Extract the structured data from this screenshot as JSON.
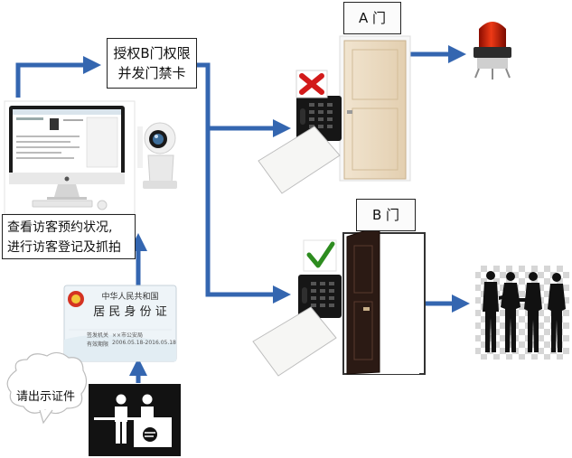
{
  "labels": {
    "authorize": "授权B门权限",
    "issue_card": "并发门禁卡",
    "door_a": "A 门",
    "door_b": "B 门",
    "check_line1": "查看访客预约状况,",
    "check_line2": "进行访客登记及抓拍",
    "show_id": "请出示证件"
  },
  "id_card": {
    "header": "中华人民共和国",
    "title": "居 民 身 份 证",
    "row1_label": "签发机关",
    "row1_value": "××市公安局",
    "row2_label": "有效期限",
    "row2_value": "2006.05.18-2016.05.18"
  },
  "colors": {
    "arrow": "#3466b0",
    "arrow_stroke": "#1e3f7a",
    "door_panel": "#ecdcc4",
    "door_frame": "#ffffff",
    "cross": "#d21a1a",
    "check": "#2d8c1f",
    "alarm": "#cc1a0a"
  },
  "icons": {
    "monitor": "desktop-computer-icon",
    "camera": "webcam-icon",
    "id_card": "id-card-icon",
    "reception": "reception-desk-icon",
    "speech": "speech-cloud-icon",
    "alarm": "warning-light-icon",
    "cross": "cross-mark-icon",
    "check": "check-mark-icon",
    "card_reader": "card-reader-icon",
    "access_card": "access-card-icon",
    "people": "business-people-icon"
  }
}
